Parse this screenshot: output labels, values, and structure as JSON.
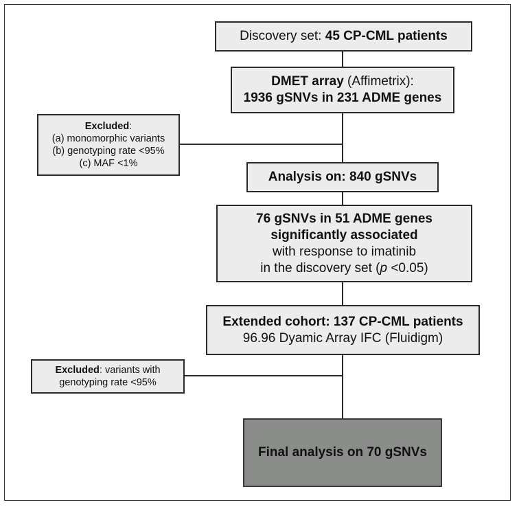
{
  "discovery": {
    "prefix": "Discovery set: ",
    "bold": "45 CP-CML patients"
  },
  "dmet": {
    "bold1": "DMET array",
    "rest1": " (Affimetrix):",
    "bold2": "1936 gSNVs in 231 ADME genes"
  },
  "excluded1": {
    "bold": "Excluded",
    "colon": ":",
    "items": [
      "(a) monomorphic variants",
      "(b) genotyping rate <95%",
      "(c) MAF <1%"
    ]
  },
  "analysis": {
    "bold": "Analysis on: 840 gSNVs"
  },
  "associated": {
    "bold1": "76 gSNVs in 51 ADME genes",
    "bold2": "significantly associated",
    "line3": "with response to imatinib",
    "line4_prefix": "in the discovery set (",
    "line4_italic": "p",
    "line4_suffix": " <0.05)"
  },
  "extended": {
    "bold": "Extended cohort: 137 CP-CML patients",
    "line2": "96.96 Dyamic Array IFC (Fluidigm)"
  },
  "excluded2": {
    "bold": "Excluded",
    "rest1": ": variants with",
    "line2": "genotyping rate <95%"
  },
  "final": {
    "bold": "Final analysis on 70 gSNVs"
  },
  "colors": {
    "box_fill": "#ececec",
    "final_fill": "#8a8d8a",
    "stroke": "#2a2a2a"
  }
}
